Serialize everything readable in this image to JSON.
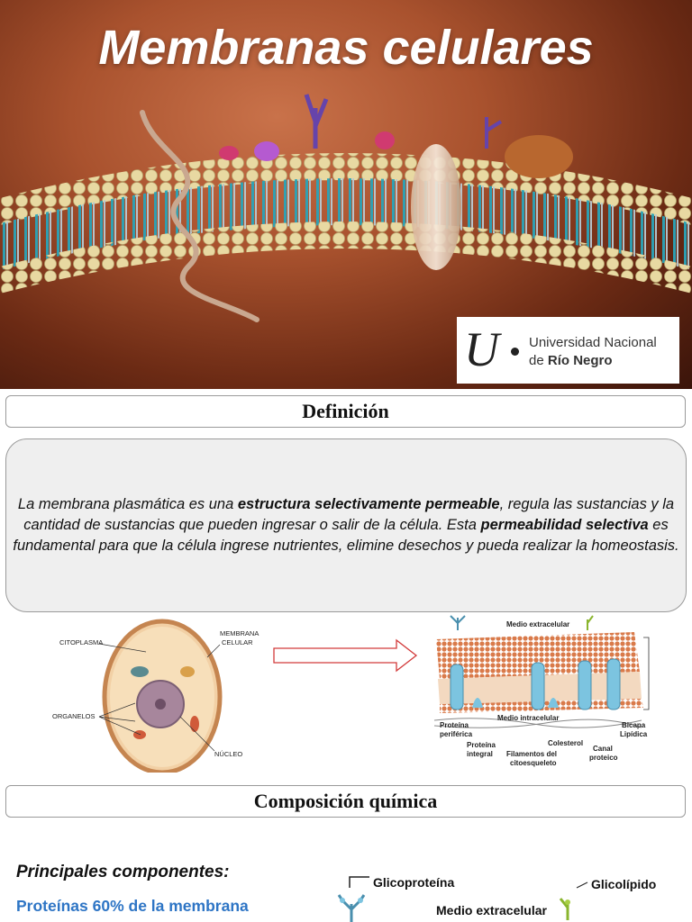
{
  "hero": {
    "title": "Membranas celulares"
  },
  "logo": {
    "mark": "U",
    "line1": "Universidad Nacional",
    "line2_prefix": "de ",
    "line2_bold": "Río Negro"
  },
  "definition": {
    "header": "Definición",
    "p1": "La membrana plasmática es una ",
    "b1": "estructura selectivamente permeable",
    "p2": ", regula las sustancias y la cantidad de sustancias que pueden ingresar o salir de la célula. Esta ",
    "b2": "permeabilidad selectiva",
    "p3": " es fundamental para que la célula ingrese nutrientes, elimine desechos y pueda realizar la homeostasis."
  },
  "cell_figure": {
    "citoplasma": "CITOPLASMA",
    "membrana": "MEMBRANA",
    "celular": "CELULAR",
    "organelos": "ORGANELOS",
    "nucleo": "NÚCLEO"
  },
  "bilayer_figure": {
    "extracelular": "Medio extracelular",
    "intracelular": "Medio intracelular",
    "periferica_1": "Proteína",
    "periferica_2": "periférica",
    "integral_1": "Proteína",
    "integral_2": "integral",
    "filamentos_1": "Filamentos del",
    "filamentos_2": "citoesqueleto",
    "colesterol": "Colesterol",
    "canal_1": "Canal",
    "canal_2": "proteico",
    "bicapa_1": "Bicapa",
    "bicapa_2": "Lipídica"
  },
  "composition": {
    "header": "Composición química",
    "title": "Principales componentes:",
    "item1": "Proteínas 60% de la membrana"
  },
  "composition_figure": {
    "glicoproteina": "Glicoproteína",
    "glicolipido": "Glicolípido",
    "extracelular": "Medio extracelular"
  },
  "colors": {
    "accent_blue": "#2e75c5",
    "box_bg": "#efefef",
    "hero_bg": "#a9522e"
  }
}
